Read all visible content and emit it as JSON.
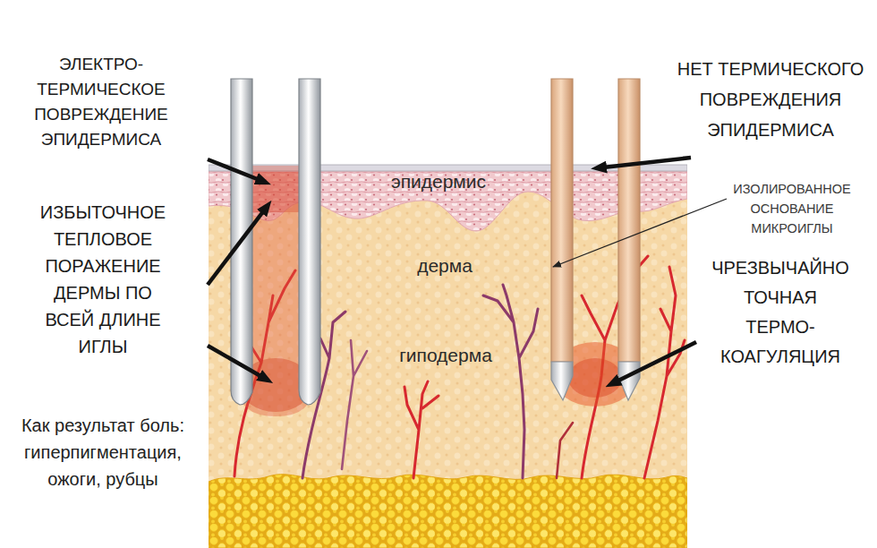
{
  "diagram": {
    "labels": [
      "ЭЛЕКТРО- ТЕРМИЧЕСКОЕ ПОВРЕЖДЕНИЕ ЭПИДЕРМИСА",
      "НЕТ ТЕРМИЧЕСКОГО ПОВРЕЖДЕНИЯ ЭПИДЕРМИСА",
      "эпидермис",
      "ИЗОЛИРОВАННОЕ ОСНОВАНИЕ МИКРОИГЛЫ",
      "ИЗБЫТОЧНОЕ ТЕПЛОВОЕ ПОРАЖЕНИЕ ДЕРМЫ ПО ВСЕЙ ДЛИНЕ ИГЛЫ",
      "дерма",
      "ЧРЕЗВЫЧАЙНО ТОЧНАЯ ТЕРМО- КОАГУЛЯЦИЯ",
      "гиподерма",
      "Как результат боль: гиперпигментация, ожоги, рубцы"
    ]
  }
}
